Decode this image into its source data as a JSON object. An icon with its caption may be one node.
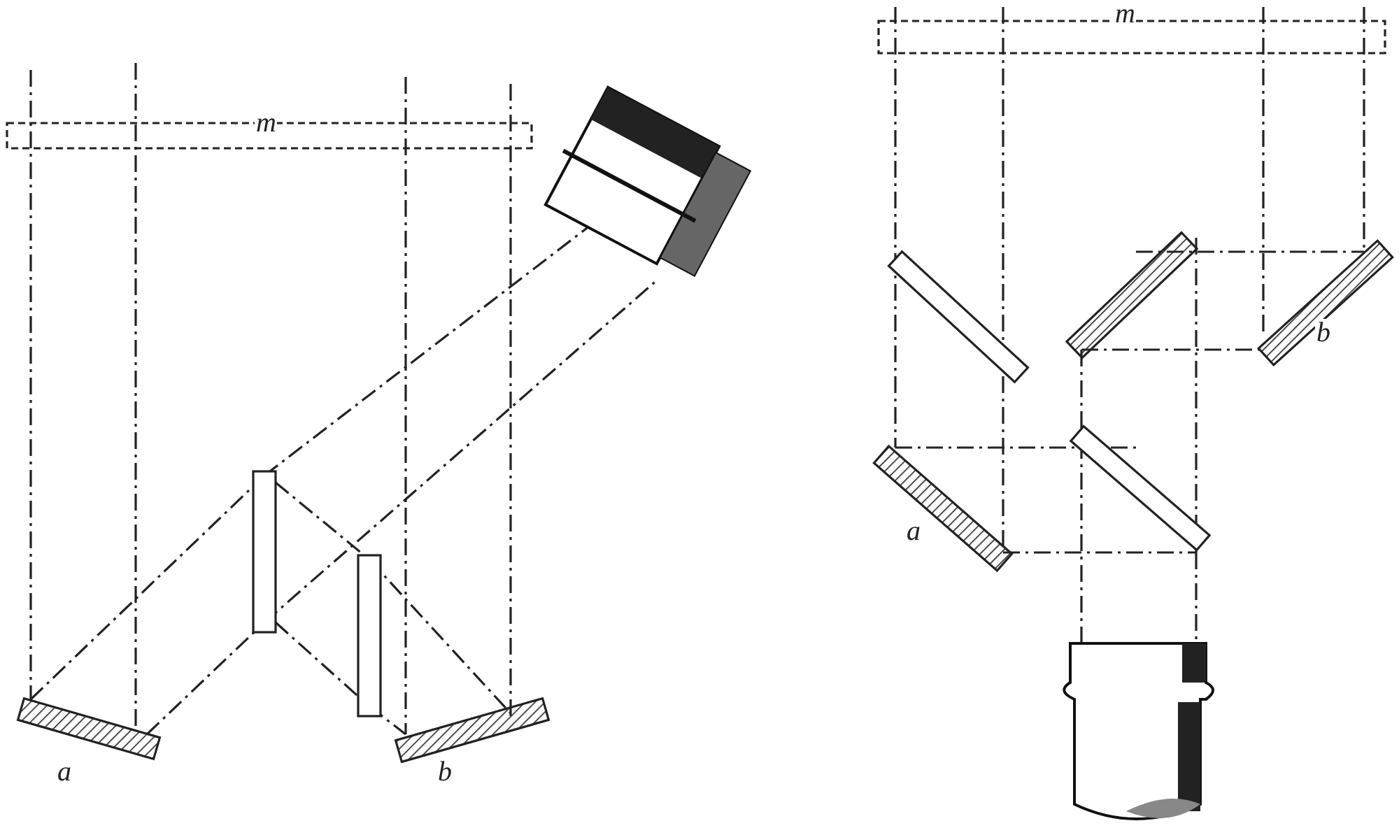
{
  "diagram": {
    "labels": [
      "m",
      "a",
      "b",
      "m",
      "b",
      "a"
    ]
  }
}
